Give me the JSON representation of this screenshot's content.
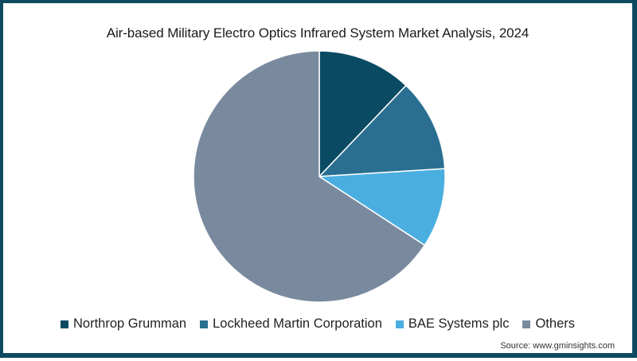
{
  "chart_data": {
    "type": "pie",
    "title": "Air-based Military Electro Optics Infrared System Market Analysis, 2024",
    "categories": [
      "Northrop Grumman",
      "Lockheed Martin Corporation",
      "BAE Systems plc",
      "Others"
    ],
    "values": [
      12.1,
      11.9,
      10.2,
      65.8
    ],
    "unit": "% market share (estimated from slice angles)",
    "colors": [
      "#0b4a63",
      "#2a6f91",
      "#4aaee0",
      "#7a8a9e"
    ],
    "start_angle_deg": 0,
    "direction": "clockwise",
    "legend_position": "bottom",
    "source": "Source: www.gminsights.com"
  },
  "header": {
    "title": "Air-based Military Electro Optics Infrared System Market Analysis, 2024"
  },
  "legend": {
    "items": [
      {
        "label": "Northrop Grumman",
        "color": "#0b4a63"
      },
      {
        "label": "Lockheed Martin Corporation",
        "color": "#2a6f91"
      },
      {
        "label": "BAE Systems plc",
        "color": "#4aaee0"
      },
      {
        "label": "Others",
        "color": "#7a8a9e"
      }
    ]
  },
  "footer": {
    "source": "Source: www.gminsights.com"
  },
  "style": {
    "frame_color": "#0e4a5f"
  }
}
